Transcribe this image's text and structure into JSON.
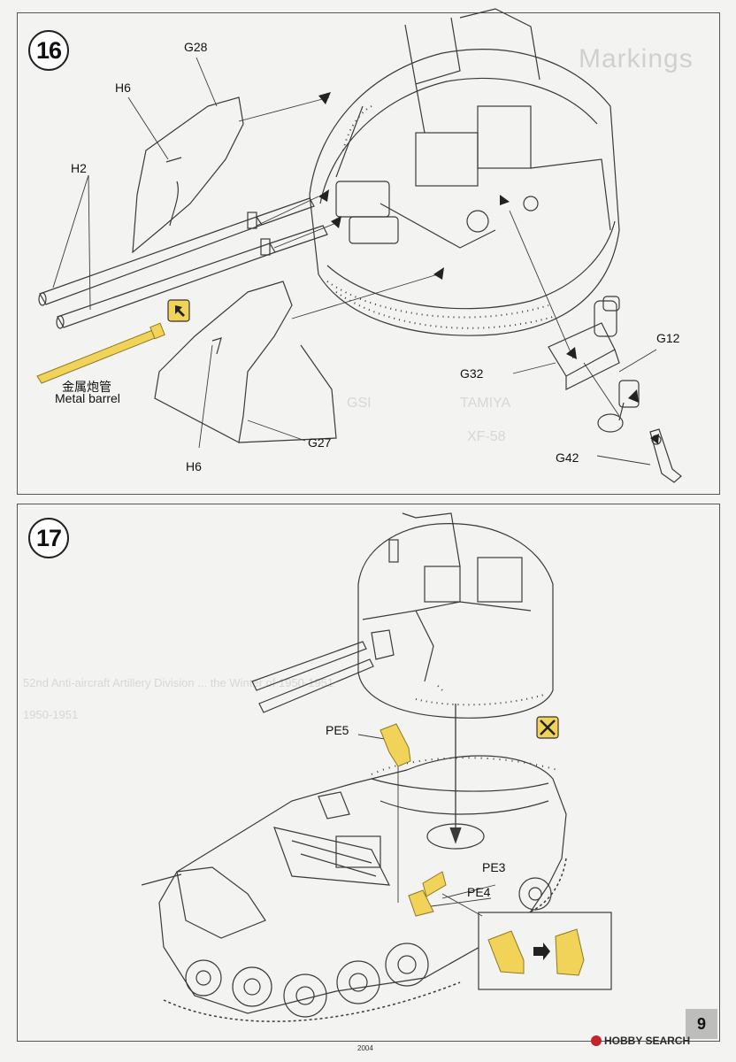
{
  "steps": {
    "step16": {
      "number": "16",
      "labels": {
        "g28": "G28",
        "h6_top": "H6",
        "h2": "H2",
        "g32": "G32",
        "g12": "G12",
        "g42": "G42",
        "g27": "G27",
        "h6_bottom": "H6"
      },
      "metal_barrel_cn": "金属炮管",
      "metal_barrel_en": "Metal barrel"
    },
    "step17": {
      "number": "17",
      "labels": {
        "pe5": "PE5",
        "pe3": "PE3",
        "pe4": "PE4"
      }
    }
  },
  "background": {
    "markings_heading": "Markings",
    "paint_codes": [
      "GSI",
      "TAMIYA",
      "XF-58"
    ],
    "caption_line1": "52nd Anti-aircraft Artillery Division ... the Winter of 1950-1951",
    "caption_line2": "1950-1951"
  },
  "footer": {
    "page_number": "9",
    "code": "2004",
    "watermark": "HOBBY SEARCH"
  },
  "colors": {
    "callout_yellow": "#f2d35a",
    "line_art": "#3a3a3a",
    "panel_border": "#555555"
  },
  "icons": [
    "arrow-icon",
    "no-glue-icon",
    "right-arrow-icon"
  ]
}
